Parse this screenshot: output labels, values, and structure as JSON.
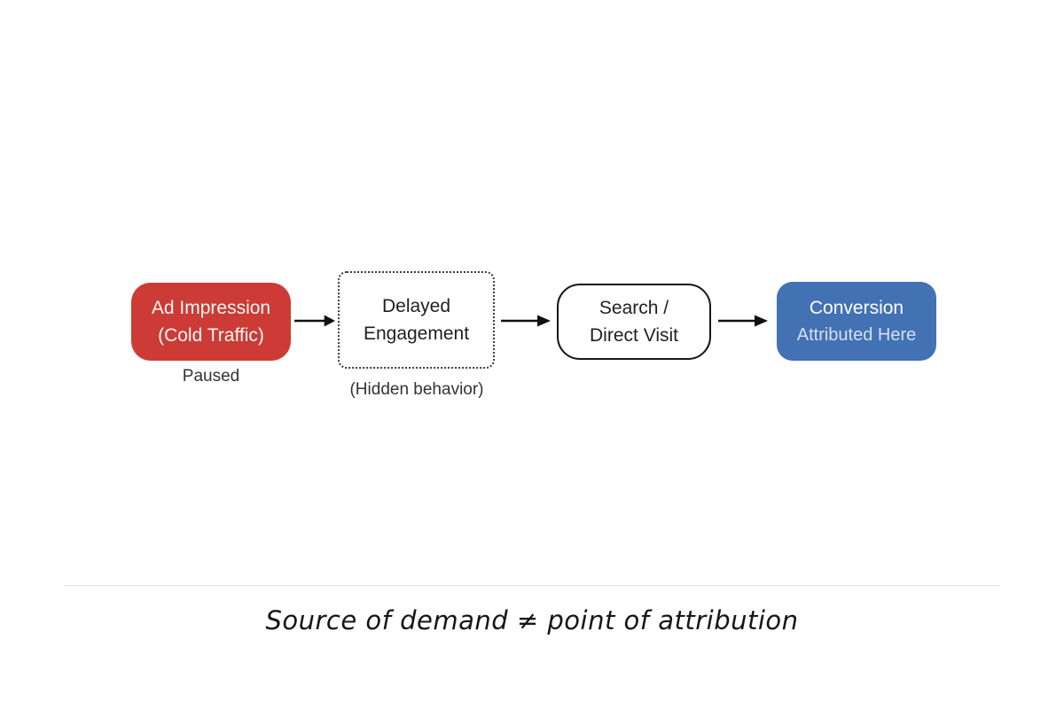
{
  "diagram": {
    "nodes": [
      {
        "line1": "Ad Impression",
        "line2": "(Cold Traffic)",
        "sublabel": "Paused",
        "style": "red-filled"
      },
      {
        "line1": "Delayed",
        "line2": "Engagement",
        "sublabel": "(Hidden behavior)",
        "style": "dotted-outline"
      },
      {
        "line1": "Search /",
        "line2": "Direct Visit",
        "style": "solid-outline"
      },
      {
        "line1": "Conversion",
        "line2": "Attributed Here",
        "style": "blue-filled"
      }
    ],
    "caption": "Source of demand ≠ point of attribution",
    "colors": {
      "node_red": "#cc3b35",
      "node_blue": "#4271b4",
      "text_dark": "#1f1f1f",
      "text_on_blue_secondary": "#d5e0f3",
      "arrow": "#111111",
      "divider": "#e3e3e3"
    }
  }
}
